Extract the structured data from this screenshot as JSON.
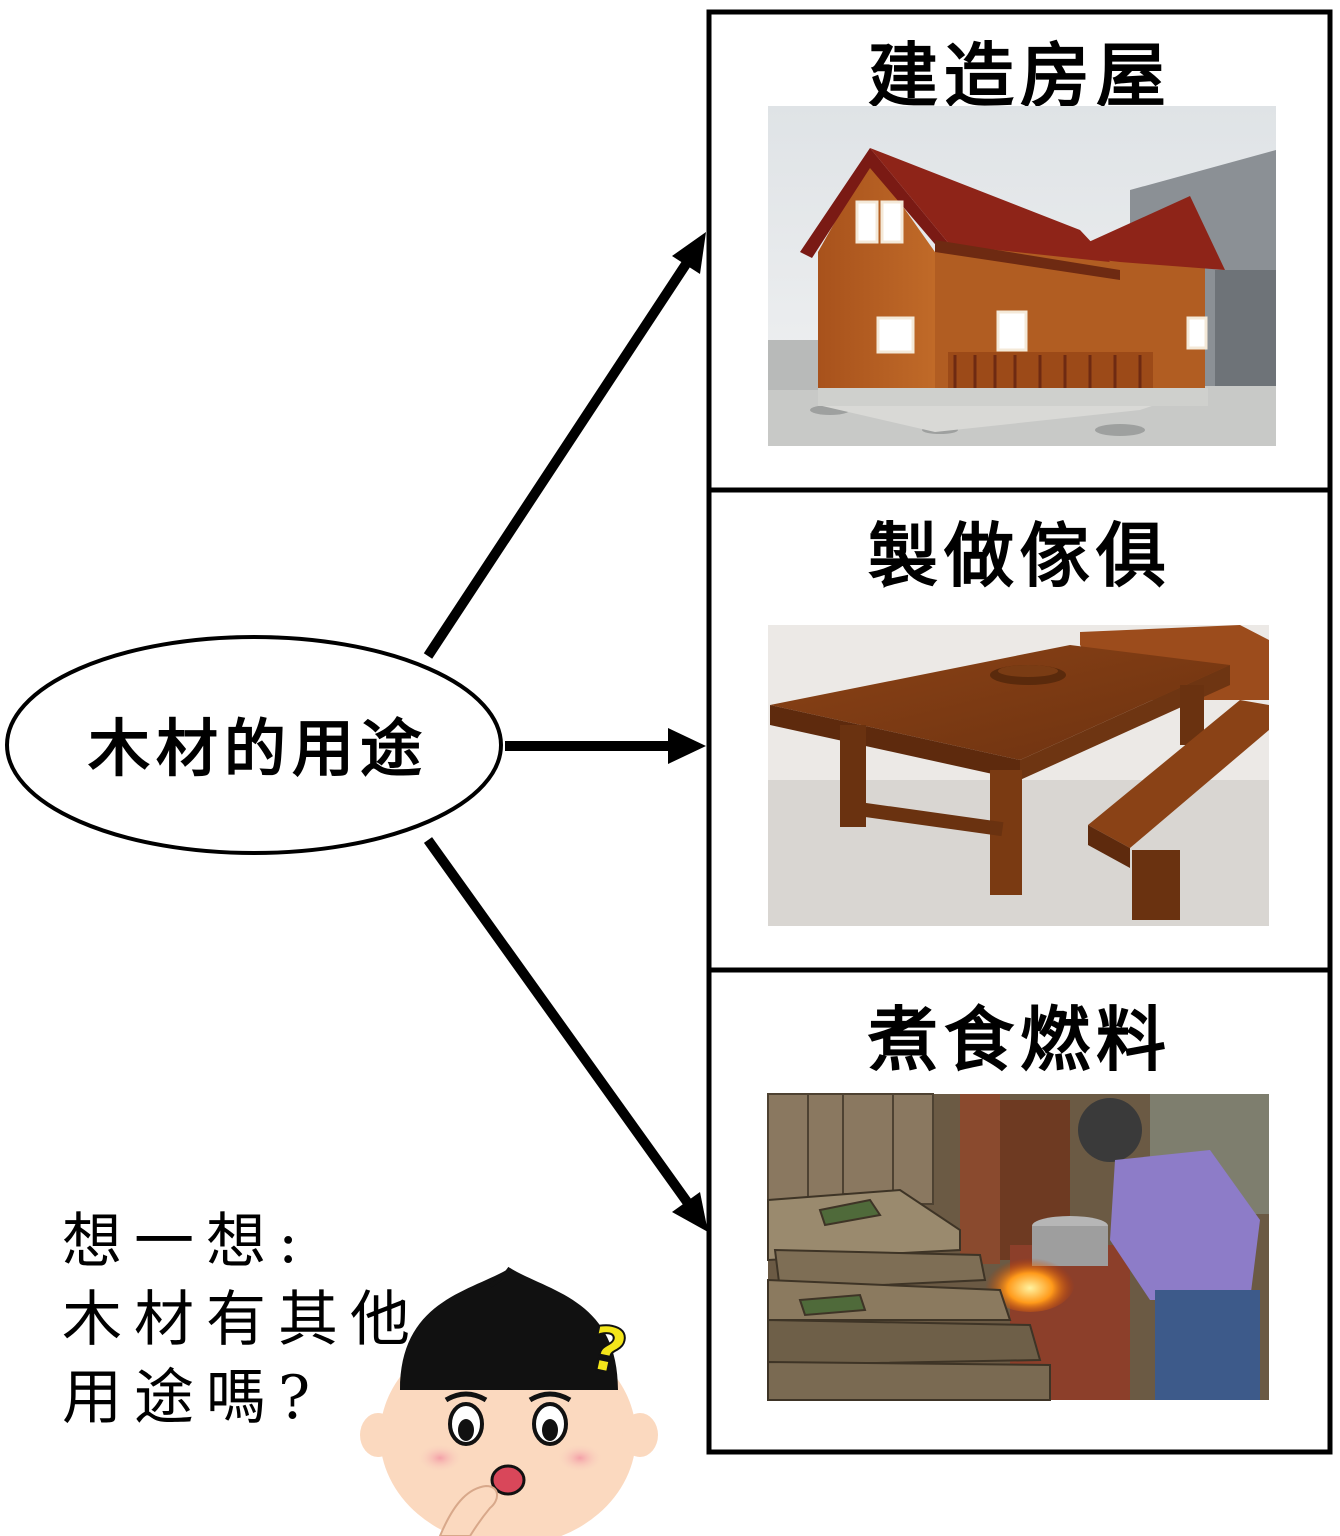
{
  "center": {
    "label": "木材的用途"
  },
  "uses": [
    {
      "title": "建造房屋",
      "picture": "wooden-house-photo"
    },
    {
      "title": "製做傢俱",
      "picture": "wooden-table-bench-photo"
    },
    {
      "title": "煮食燃料",
      "picture": "firewood-stove-cooking-photo"
    }
  ],
  "prompt": {
    "lines": [
      "想一想:",
      "木材有其他",
      "用途嗎?"
    ]
  },
  "mascot": {
    "icon": "thinking-boy-icon",
    "question_mark_color": "#f3e51a"
  }
}
